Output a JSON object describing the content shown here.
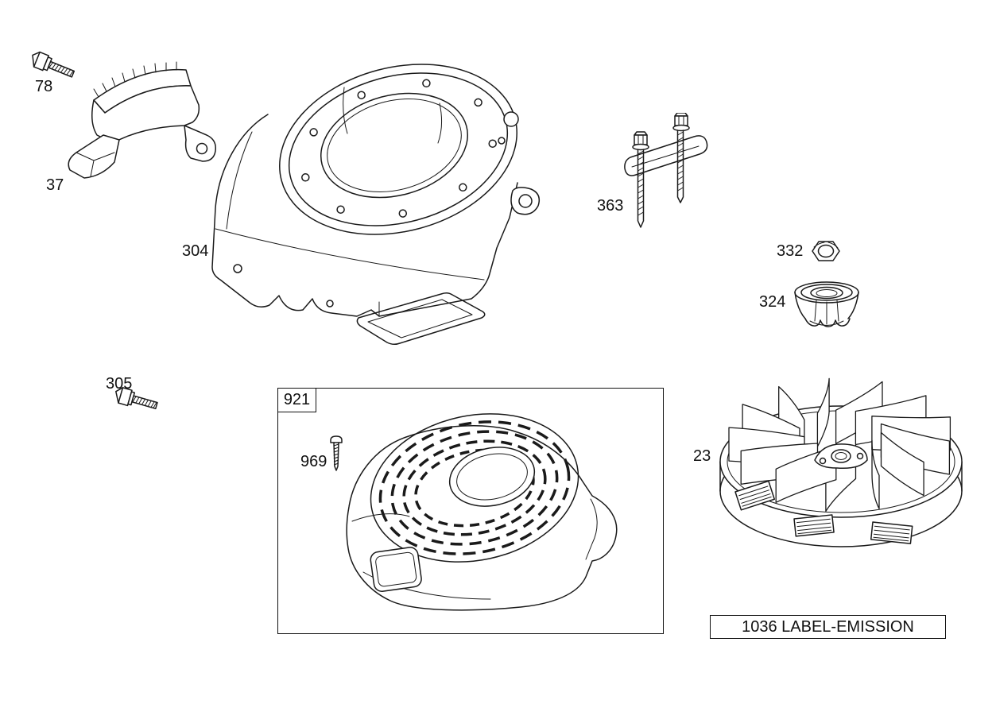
{
  "diagram": {
    "background": "#ffffff",
    "line_color": "#1a1a1a"
  },
  "callouts": {
    "bolt_78": "78",
    "shield_37": "37",
    "blower_housing_304": "304",
    "puller_363": "363",
    "nut_332": "332",
    "starter_cup_324": "324",
    "bolt_305": "305",
    "group_921": "921",
    "screw_969": "969",
    "flywheel_23": "23"
  },
  "boxed_labels": {
    "emission": "1036 LABEL-EMISSION"
  }
}
